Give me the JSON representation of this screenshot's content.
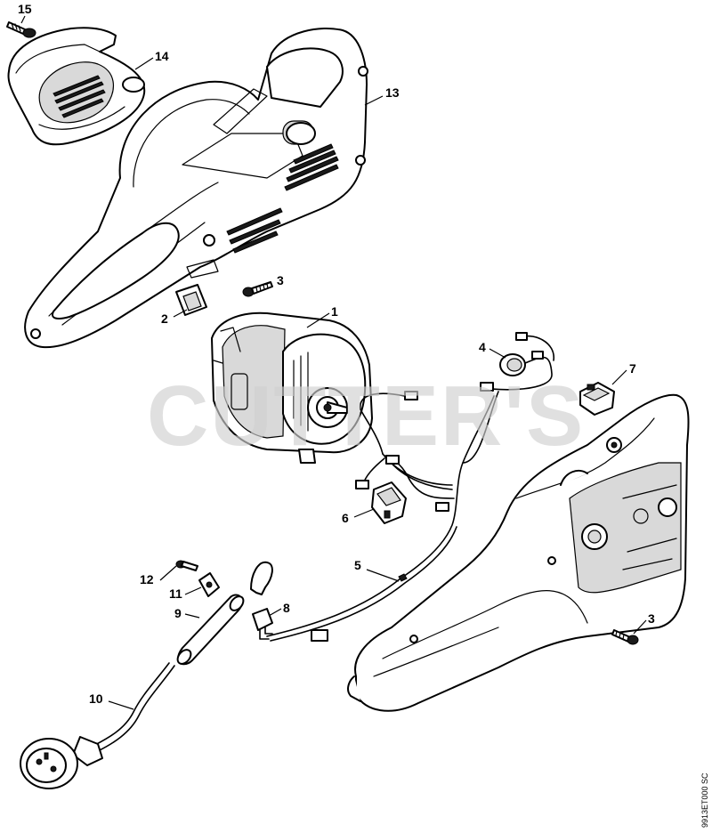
{
  "watermark": "CUTTER'S",
  "diagram_code": "9913ET000 SC",
  "callouts": [
    {
      "id": "c15",
      "label": "15"
    },
    {
      "id": "c14",
      "label": "14"
    },
    {
      "id": "c13",
      "label": "13"
    },
    {
      "id": "c3a",
      "label": "3"
    },
    {
      "id": "c2",
      "label": "2"
    },
    {
      "id": "c1",
      "label": "1"
    },
    {
      "id": "c4",
      "label": "4"
    },
    {
      "id": "c7",
      "label": "7"
    },
    {
      "id": "c6",
      "label": "6"
    },
    {
      "id": "c5",
      "label": "5"
    },
    {
      "id": "c12",
      "label": "12"
    },
    {
      "id": "c11",
      "label": "11"
    },
    {
      "id": "c8",
      "label": "8"
    },
    {
      "id": "c9",
      "label": "9"
    },
    {
      "id": "c3b",
      "label": "3"
    },
    {
      "id": "c10",
      "label": "10"
    }
  ]
}
